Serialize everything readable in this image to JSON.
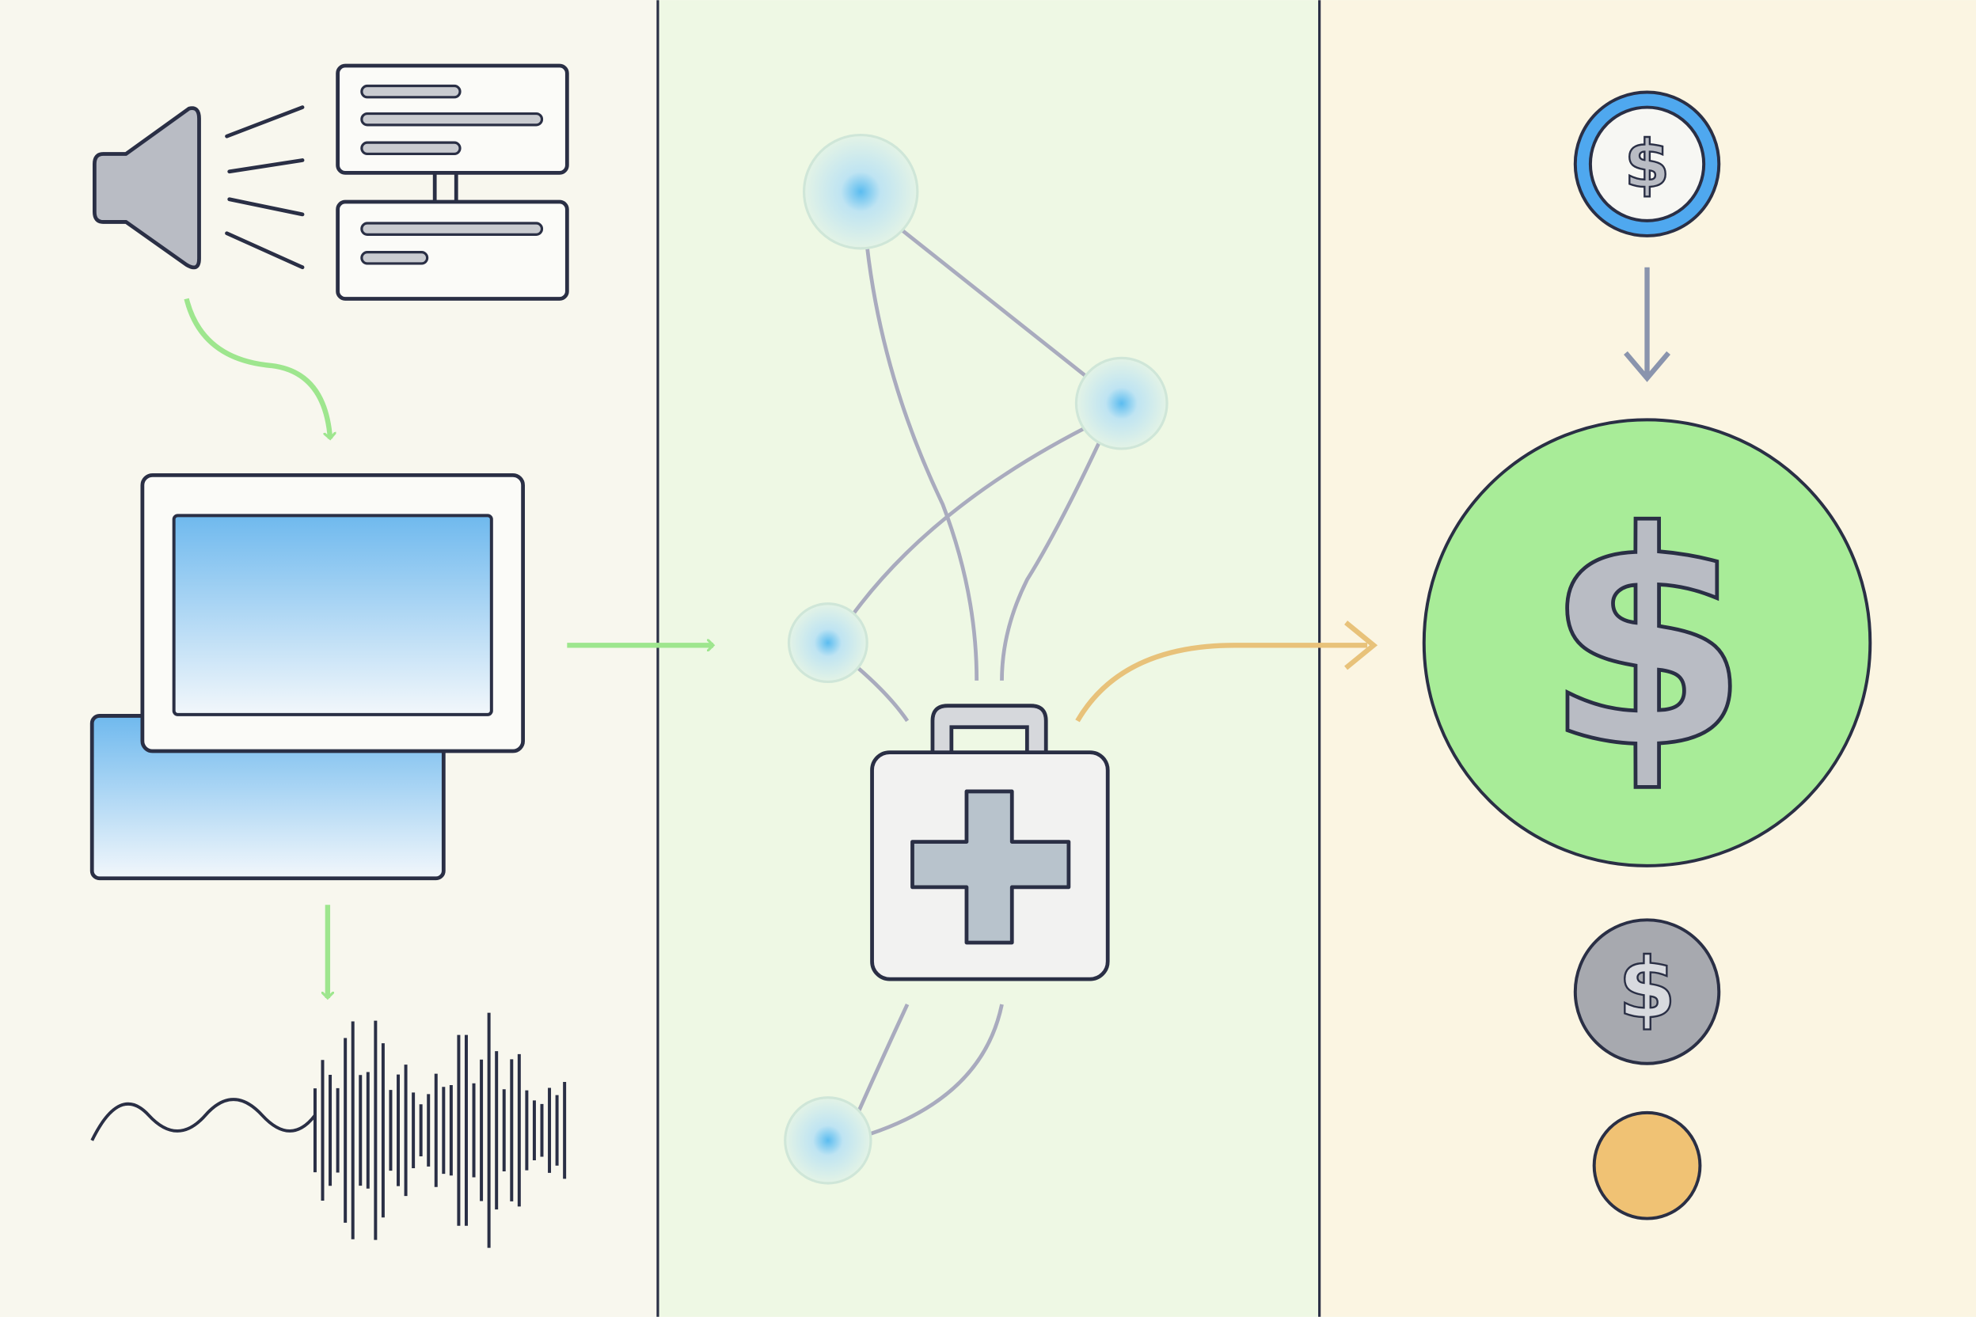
{
  "panels": [
    {
      "name": "audio-to-display",
      "background": "#f8f7ee"
    },
    {
      "name": "network-to-medical",
      "background": "#eef8e4"
    },
    {
      "name": "money",
      "background": "#fbf5e2"
    }
  ],
  "colors": {
    "outline": "#2a2f45",
    "gray_icon": "#b9bcc4",
    "screen_blue": "#6fb9ee",
    "arrow_green": "#9ee68e",
    "arrow_orange": "#e8c27a",
    "arrow_gray": "#8a94ad",
    "node_blue": "#5bbcf0",
    "edge_gray": "#a9abbe",
    "coin_ring_blue": "#4fa8ef",
    "big_coin_green": "#a8ec98",
    "small_coin_gray": "#a7a9af",
    "coin_orange": "#f0c274"
  },
  "icons": [
    "speaker-icon",
    "document-icon",
    "monitor-icon",
    "waveform-icon",
    "network-node-icon",
    "medical-kit-icon",
    "dollar-coin-icon"
  ],
  "glyphs": {
    "dollar": "$"
  }
}
